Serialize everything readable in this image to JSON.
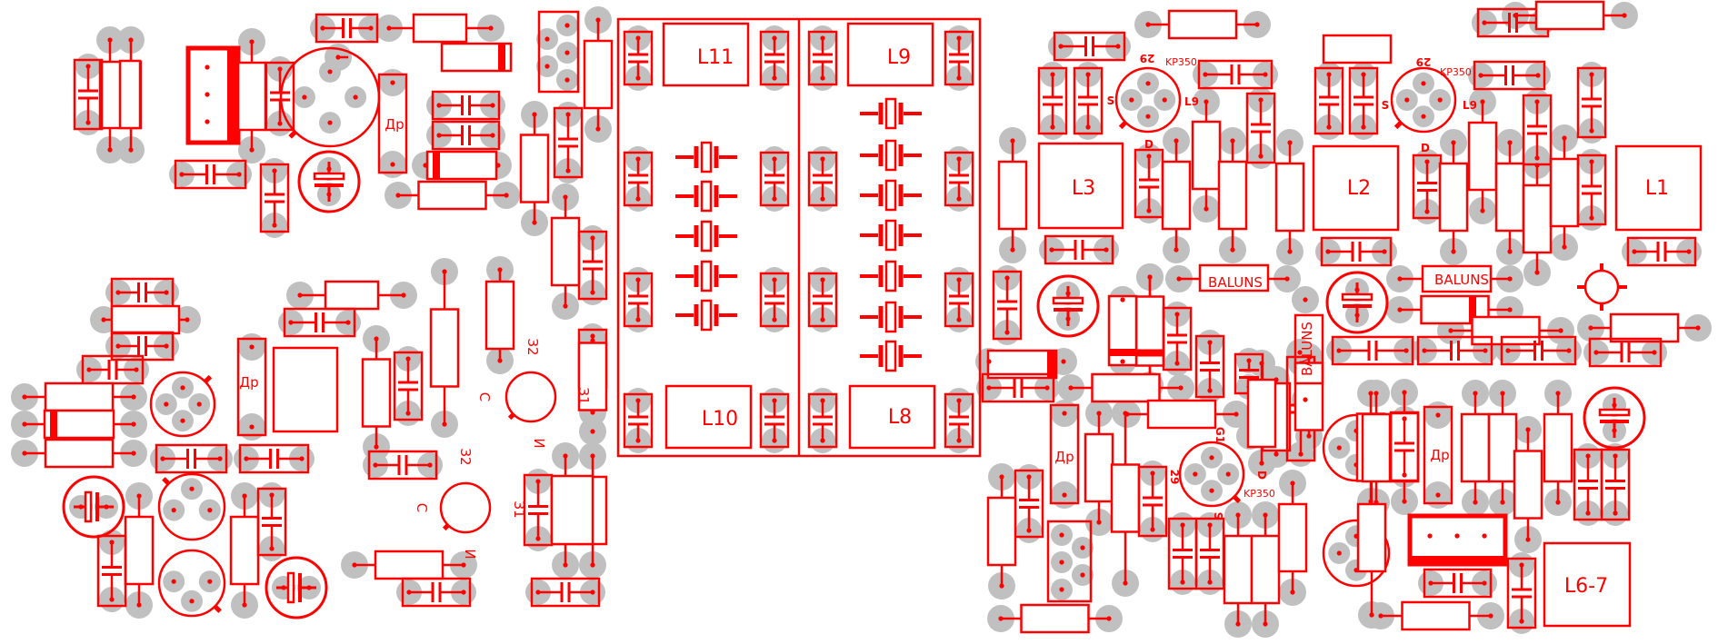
{
  "diagram": {
    "type": "pcb-component-layout",
    "colors": {
      "component": "#ff0000",
      "pad": "#c0c0c0",
      "background": "#ffffff"
    },
    "inductors": [
      {
        "id": "L11",
        "label": "L11"
      },
      {
        "id": "L9",
        "label": "L9"
      },
      {
        "id": "L10",
        "label": "L10"
      },
      {
        "id": "L8",
        "label": "L8"
      },
      {
        "id": "L3",
        "label": "L3"
      },
      {
        "id": "L2",
        "label": "L2"
      },
      {
        "id": "L1",
        "label": "L1"
      },
      {
        "id": "L6-7",
        "label": "L6-7"
      }
    ],
    "chokes": [
      {
        "label": "Др"
      },
      {
        "label": "Др"
      },
      {
        "label": "Др"
      },
      {
        "label": "Др"
      }
    ],
    "baluns": [
      {
        "label": "BALUNS"
      },
      {
        "label": "BALUNS"
      },
      {
        "label": "BALUNS"
      }
    ],
    "transistors": [
      {
        "type": "KP350",
        "pins": {
          "g2": "29",
          "s": "S",
          "g1": "L9",
          "d": "D"
        }
      },
      {
        "type": "KP350",
        "pins": {
          "g2": "29",
          "s": "S",
          "g1": "L9",
          "d": "D"
        }
      },
      {
        "type": "KP350",
        "pins": {
          "g2": "G1",
          "s": "S",
          "g1": "29",
          "d": "D"
        }
      }
    ],
    "bjt_labels": [
      {
        "e": "З2",
        "b": "С",
        "c": "И",
        "e2": "З1"
      },
      {
        "e": "З2",
        "b": "С",
        "c": "И",
        "e2": "З1"
      }
    ]
  }
}
